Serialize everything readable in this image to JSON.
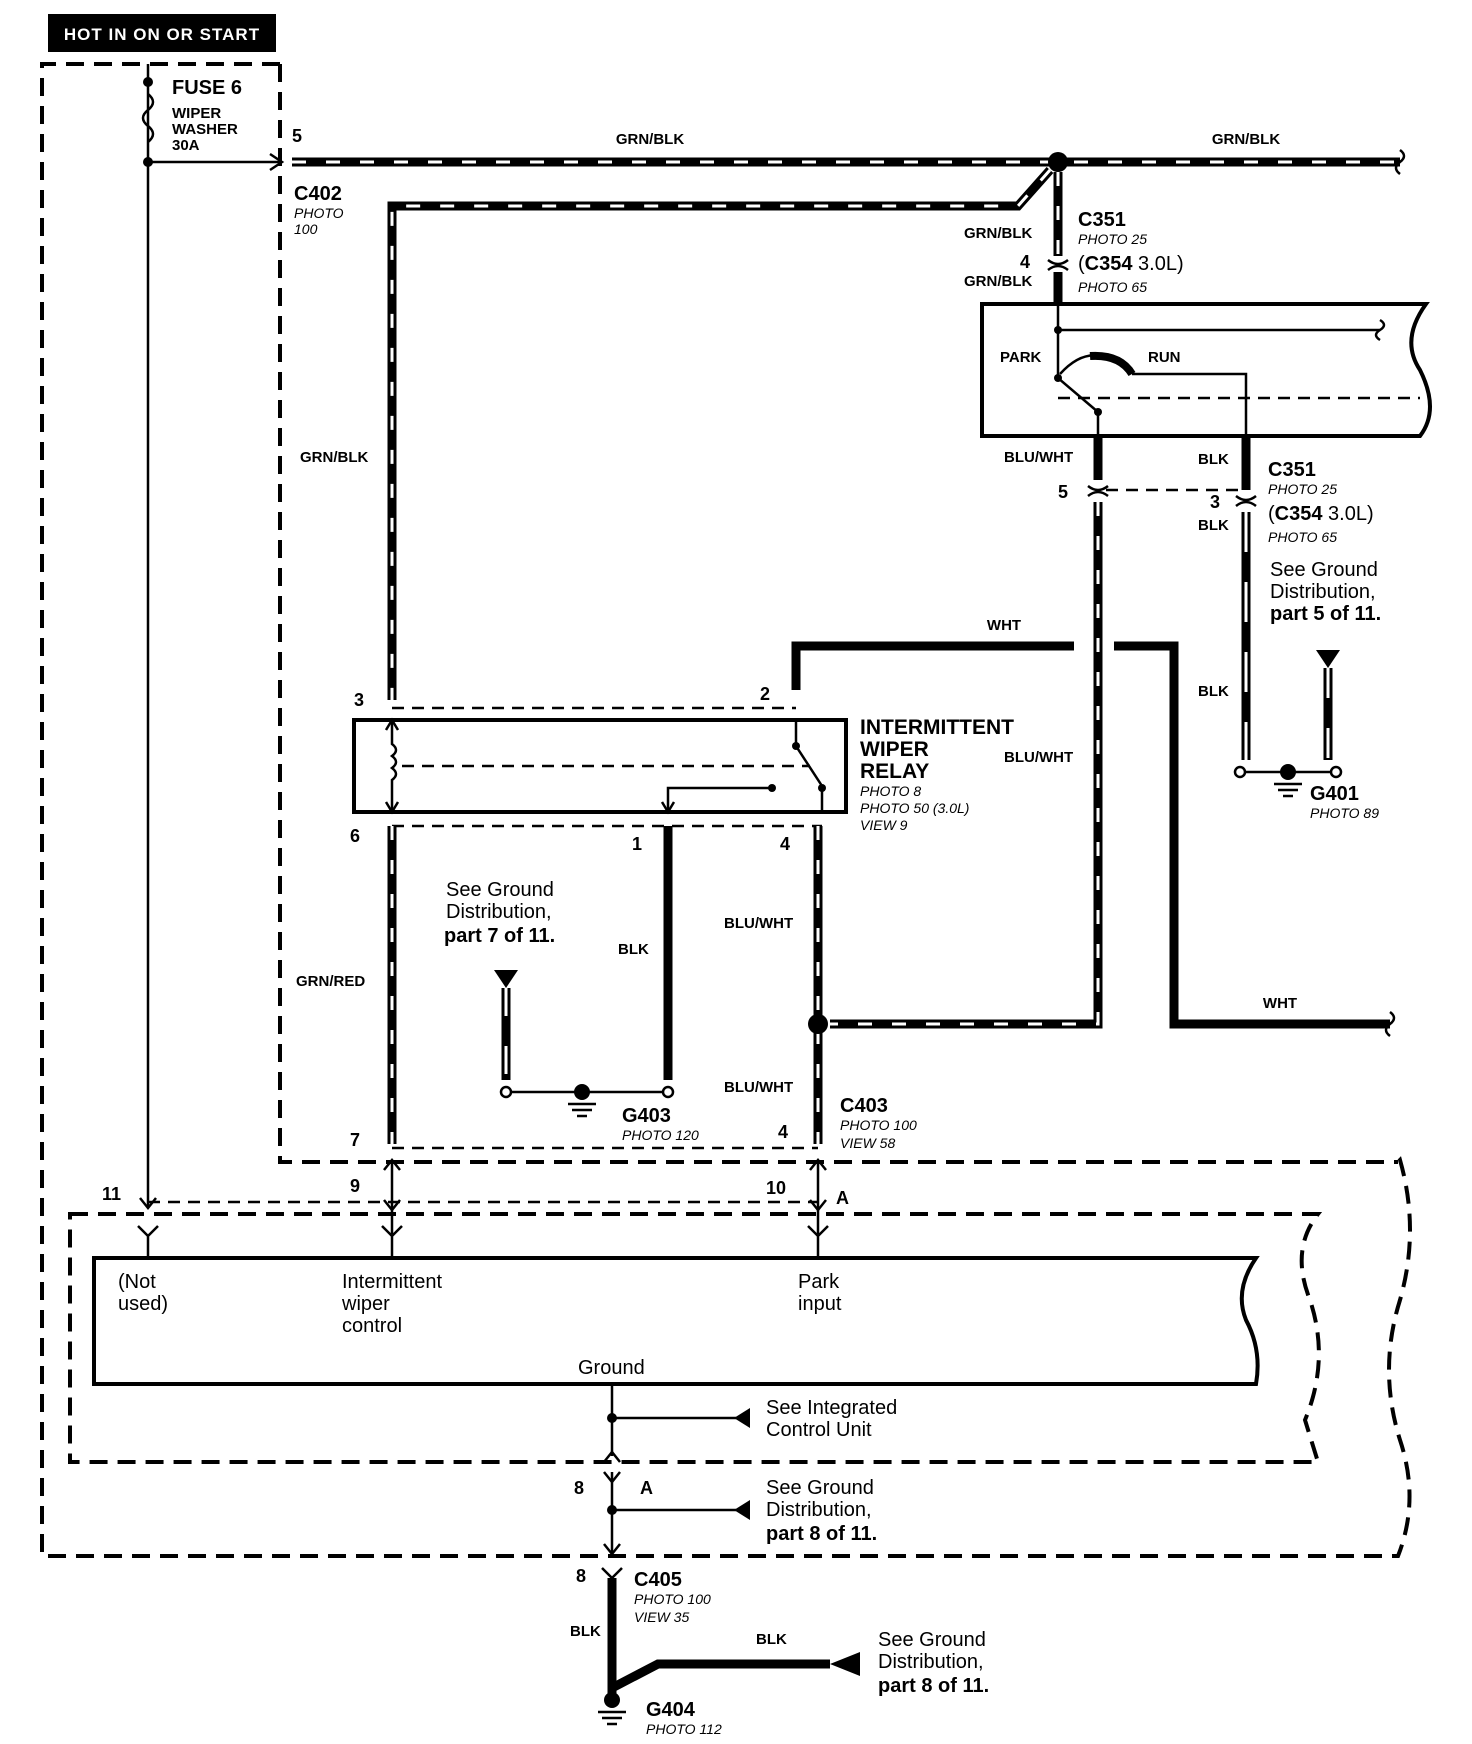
{
  "header": {
    "title": "HOT IN ON OR START"
  },
  "fuse": {
    "name": "FUSE 6",
    "line1": "WIPER",
    "line2": "WASHER",
    "rating": "30A"
  },
  "connectors": {
    "c402": {
      "name": "C402",
      "photo_line1": "PHOTO",
      "photo_line2": "100",
      "pin": "5"
    },
    "c351_top": {
      "name": "C351",
      "photo": "PHOTO 25",
      "alt_bold": "C354",
      "alt_rest": " 3.0L)",
      "alt_open": "(",
      "alt_photo": "PHOTO 65",
      "pin": "4"
    },
    "c351_bottom": {
      "name": "C351",
      "photo": "PHOTO 25",
      "alt_bold": "C354",
      "alt_rest": " 3.0L)",
      "alt_open": "(",
      "alt_photo": "PHOTO 65",
      "pin_left": "5",
      "pin_right": "3"
    },
    "c403": {
      "name": "C403",
      "photo": "PHOTO 100",
      "view": "VIEW 58",
      "pin": "4"
    },
    "c405": {
      "name": "C405",
      "photo": "PHOTO 100",
      "view": "VIEW 35",
      "pin": "8"
    }
  },
  "grounds": {
    "g401": {
      "name": "G401",
      "photo": "PHOTO 89"
    },
    "g403": {
      "name": "G403",
      "photo": "PHOTO 120"
    },
    "g404": {
      "name": "G404",
      "photo": "PHOTO 112"
    }
  },
  "wires": {
    "grn_blk": "GRN/BLK",
    "blu_wht": "BLU/WHT",
    "blk": "BLK",
    "wht": "WHT",
    "grn_red": "GRN/RED"
  },
  "motor": {
    "park": "PARK",
    "run": "RUN"
  },
  "relay": {
    "line1": "INTERMITTENT",
    "line2": "WIPER",
    "line3": "RELAY",
    "photo1": "PHOTO 8",
    "photo2": "PHOTO 50 (3.0L)",
    "view": "VIEW 9",
    "pins": {
      "p1": "1",
      "p2": "2",
      "p3": "3",
      "p4": "4",
      "p6": "6",
      "p7": "7"
    }
  },
  "ecu": {
    "pins": {
      "p11": "11",
      "p9": "9",
      "p10": "10",
      "pa": "A",
      "p8": "8",
      "pa2": "A"
    },
    "not_used_1": "(Not",
    "not_used_2": "used)",
    "iwc_1": "Intermittent",
    "iwc_2": "wiper",
    "iwc_3": "control",
    "park_1": "Park",
    "park_2": "input",
    "ground": "Ground"
  },
  "notes": {
    "gd5": {
      "l1": "See Ground",
      "l2": "Distribution,",
      "l3": "part 5 of 11."
    },
    "gd7": {
      "l1": "See Ground",
      "l2": "Distribution,",
      "l3": "part 7 of 11."
    },
    "icu": {
      "l1": "See Integrated",
      "l2": "Control Unit"
    },
    "gd8a": {
      "l1": "See Ground",
      "l2": "Distribution,",
      "l3": "part 8 of 11."
    },
    "gd8b": {
      "l1": "See Ground",
      "l2": "Distribution,",
      "l3": "part 8 of 11."
    }
  }
}
